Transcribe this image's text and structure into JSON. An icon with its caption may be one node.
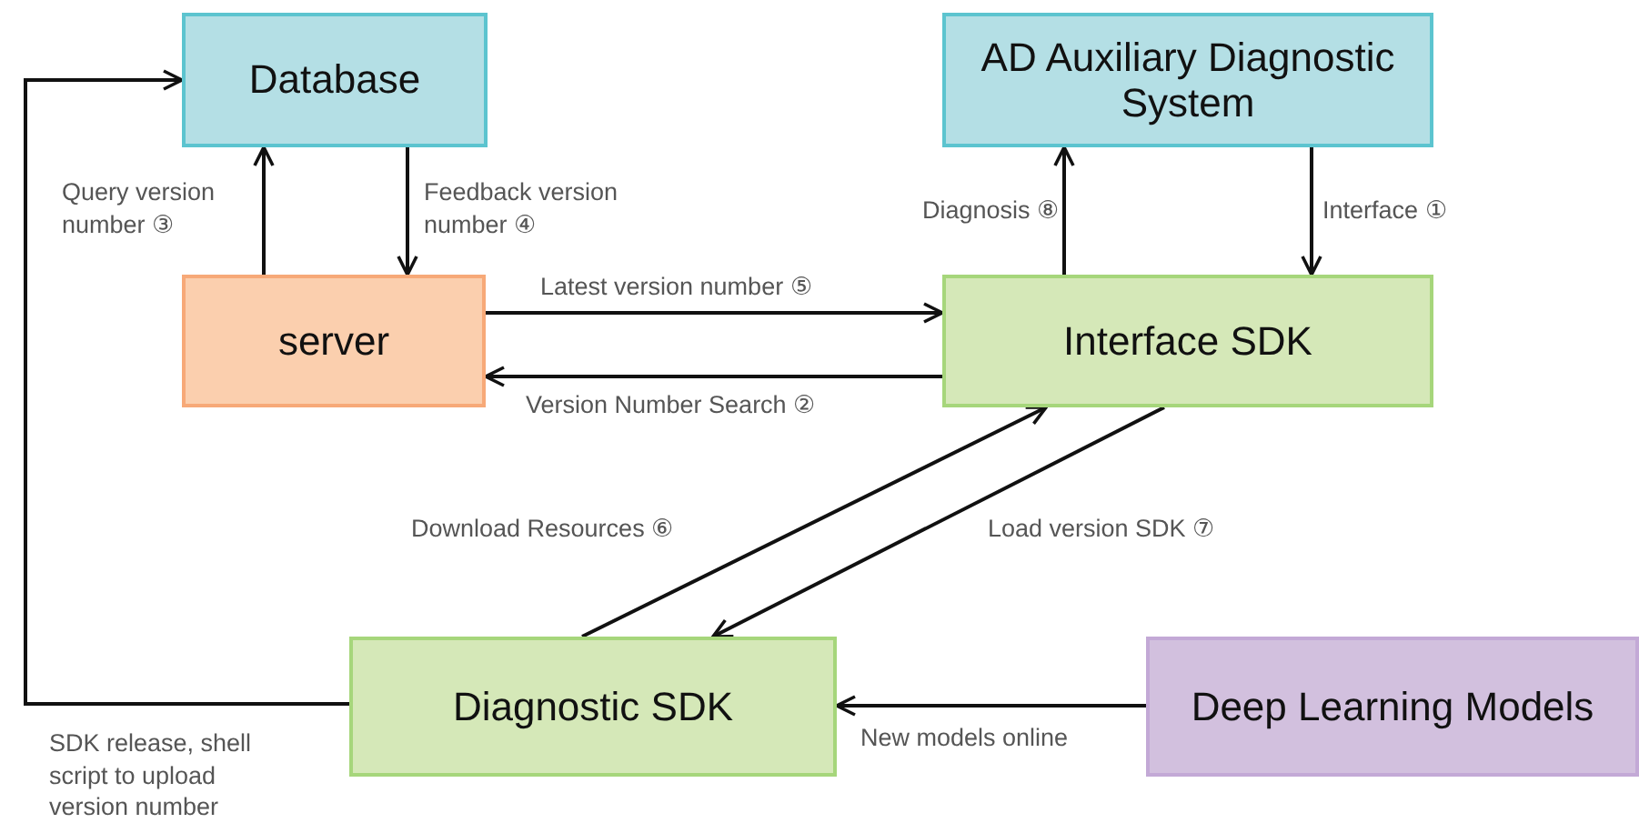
{
  "diagram": {
    "nodes": [
      {
        "text": [
          "Database"
        ]
      },
      {
        "text": [
          "AD Auxiliary Diagnostic System"
        ]
      },
      {
        "text": [
          "server"
        ]
      },
      {
        "text": [
          "Interface SDK"
        ]
      },
      {
        "text": [
          "Diagnostic SDK"
        ]
      },
      {
        "text": [
          "Deep Learning Models"
        ]
      }
    ],
    "edges": [
      {
        "from": 2,
        "to": 0,
        "arrow": "to",
        "label": "Query version number ③"
      },
      {
        "from": 0,
        "to": 2,
        "arrow": "to",
        "label": "Feedback version number ④"
      },
      {
        "from": 2,
        "to": 3,
        "arrow": "to",
        "label": "Latest version number ⑤"
      },
      {
        "from": 3,
        "to": 2,
        "arrow": "to",
        "label": "Version Number Search ②"
      },
      {
        "from": 1,
        "to": 3,
        "arrow": "to",
        "label": "Interface ①"
      },
      {
        "from": 3,
        "to": 1,
        "arrow": "to",
        "label": "Diagnosis ⑧"
      },
      {
        "from": 4,
        "to": 3,
        "arrow": "to",
        "label": "Download Resources ⑥"
      },
      {
        "from": 3,
        "to": 4,
        "arrow": "to",
        "label": "Load version SDK ⑦"
      },
      {
        "from": 5,
        "to": 4,
        "arrow": "to",
        "label": "New models online"
      },
      {
        "from": 4,
        "to": 0,
        "arrow": "to",
        "label": "SDK release, shell script to upload version number"
      }
    ]
  }
}
